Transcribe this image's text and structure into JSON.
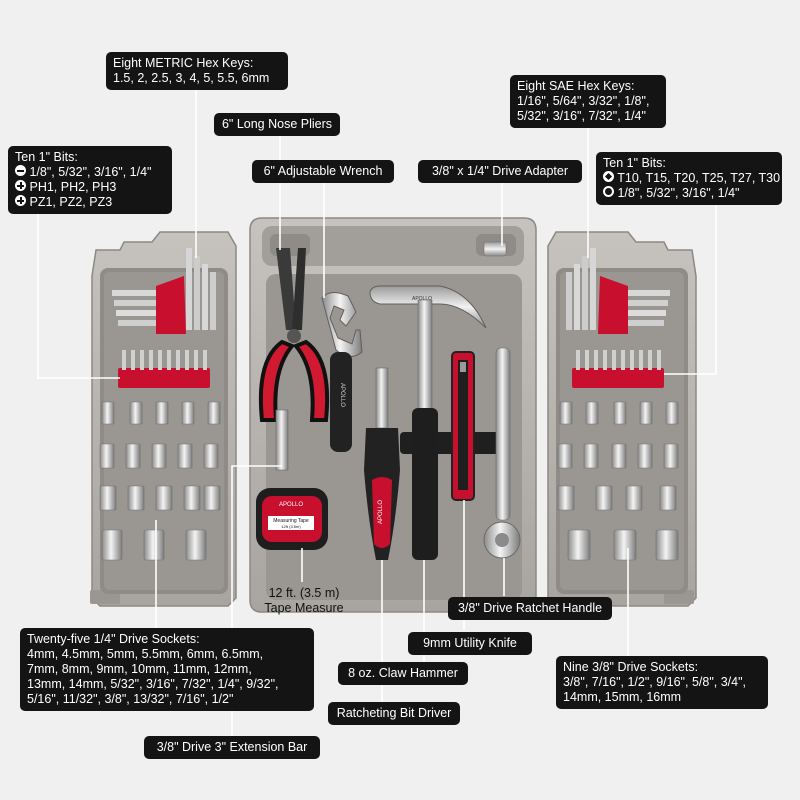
{
  "colors": {
    "background": "#f0f0f0",
    "case_gray": "#b9b5b1",
    "tray_gray": "#8f8b87",
    "label_bg": "#141414",
    "accent_red": "#c8102e",
    "leader_line": "#ffffff"
  },
  "labels": {
    "metric_hex": {
      "title": "Eight METRIC Hex Keys:",
      "sizes": "1.5, 2, 2.5, 3, 4, 5, 5.5, 6mm"
    },
    "long_nose_pliers": "6\" Long Nose Pliers",
    "adjustable_wrench": "6\" Adjustable Wrench",
    "drive_adapter": "3/8\" x 1/4\" Drive Adapter",
    "sae_hex": {
      "title": "Eight SAE Hex Keys:",
      "line1": "1/16\", 5/64\", 3/32\", 1/8\",",
      "line2": "5/32\", 3/16\", 7/32\", 1/4\""
    },
    "bits_left": {
      "title": "Ten 1\" Bits:",
      "row1_icon": "slotted-icon",
      "row1": "1/8\", 5/32\", 3/16\", 1/4\"",
      "row2_icon": "phillips-icon",
      "row2": "PH1, PH2, PH3",
      "row3_icon": "pozidriv-icon",
      "row3": "PZ1, PZ2, PZ3"
    },
    "bits_right": {
      "title": "Ten 1\" Bits:",
      "row1_icon": "torx-icon",
      "row1": "T10, T15, T20, T25, T27, T30",
      "row2_icon": "hex-bit-icon",
      "row2": "1/8\", 5/32\", 3/16\", 1/4\""
    },
    "tape_measure": {
      "line1": "12 ft. (3.5 m)",
      "line2": "Tape Measure"
    },
    "ratchet_handle": "3/8\" Drive Ratchet Handle",
    "utility_knife": "9mm Utility Knife",
    "claw_hammer": "8 oz. Claw Hammer",
    "bit_driver": "Ratcheting Bit Driver",
    "extension_bar": "3/8\" Drive 3\" Extension Bar",
    "sockets_quarter": {
      "title": "Twenty-five 1/4\" Drive Sockets:",
      "line1": "4mm, 4.5mm, 5mm, 5.5mm, 6mm, 6.5mm,",
      "line2": "7mm, 8mm, 9mm, 10mm, 11mm, 12mm,",
      "line3": "13mm, 14mm, 5/32\", 3/16\", 7/32\", 1/4\", 9/32\",",
      "line4": "5/16\", 11/32\", 3/8\", 13/32\", 7/16\", 1/2\""
    },
    "sockets_three_eighths": {
      "title": "Nine 3/8\" Drive Sockets:",
      "line1": "3/8\", 7/16\", 1/2\", 9/16\", 5/8\", 3/4\",",
      "line2": "14mm, 15mm, 16mm"
    }
  },
  "product": {
    "case_brand": "APOLLO",
    "tape_brand": "APOLLO",
    "tape_face_label": "Measuring Tape",
    "tape_size_text": "12ft (3.5m)",
    "driver_brand": "APOLLO",
    "wrench_brand": "APOLLO"
  }
}
